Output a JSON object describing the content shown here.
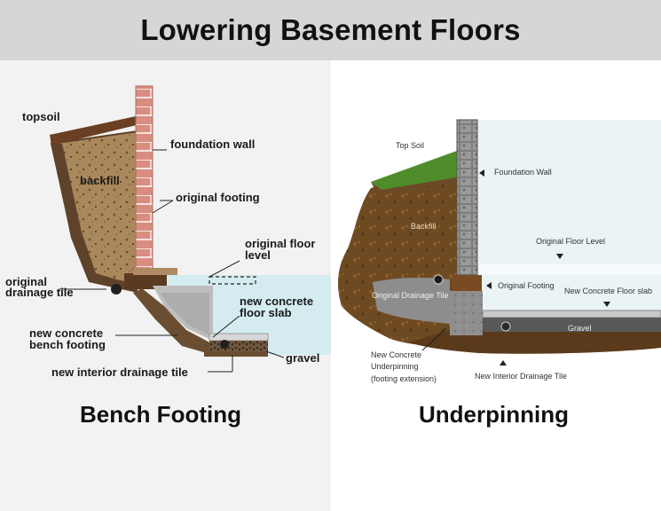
{
  "title": "Lowering Basement Floors",
  "left": {
    "caption": "Bench Footing",
    "labels": {
      "topsoil": "topsoil",
      "foundation_wall": "foundation wall",
      "backfill": "backfill",
      "original_footing": "original footing",
      "original_floor_level_1": "original floor",
      "original_floor_level_2": "level",
      "original_drainage_tile_1": "original",
      "original_drainage_tile_2": "drainage tile",
      "new_concrete_floor_slab_1": "new concrete",
      "new_concrete_floor_slab_2": "floor slab",
      "new_concrete_bench_footing_1": "new concrete",
      "new_concrete_bench_footing_2": "bench footing",
      "gravel": "gravel",
      "new_interior_drainage_tile": "new interior drainage tile"
    }
  },
  "right": {
    "caption": "Underpinning",
    "labels": {
      "top_soil": "Top Soil",
      "foundation_wall": "Foundation Wall",
      "backfill": "Backfill",
      "original_floor_level": "Original Floor Level",
      "original_footing": "Original Footing",
      "new_concrete_floor_slab": "New Concrete Floor slab",
      "original_drainage_tile": "Original Drainage Tile",
      "gravel": "Gravel",
      "new_concrete_underpinning_1": "New Concrete",
      "new_concrete_underpinning_2": "Underpinning",
      "new_concrete_underpinning_3": "(footing extension)",
      "new_interior_drainage_tile": "New Interior Drainage Tile"
    }
  }
}
